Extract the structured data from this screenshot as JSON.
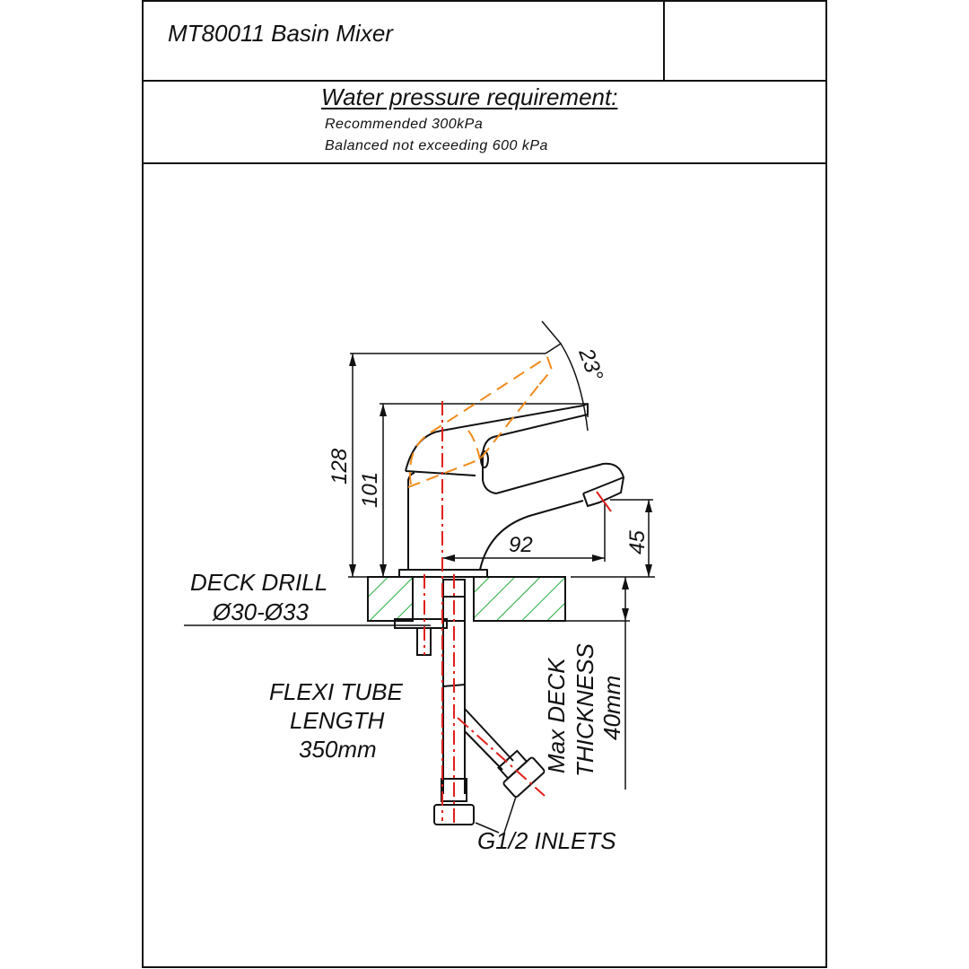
{
  "title_block": {
    "title": "MT80011 Basin Mixer",
    "pressure_heading": "Water pressure requirement:",
    "pressure_lines": [
      "Recommended 300kPa",
      "Balanced not exceeding 600 kPa"
    ]
  },
  "dimensions": {
    "overall_height": "128",
    "spout_height": "101",
    "outlet_height": "45",
    "spout_reach": "92",
    "lever_angle": "23°"
  },
  "annotations": {
    "deck_drill": [
      "DECK DRILL",
      "Ø30-Ø33"
    ],
    "flexi_tube": [
      "FLEXI TUBE",
      "LENGTH",
      "350mm"
    ],
    "deck_thickness": [
      "Max DECK",
      "THICKNESS",
      "40mm"
    ],
    "inlets": "G1/2 INLETS"
  },
  "colors": {
    "outline": "#111111",
    "centerline": "#e0201c",
    "alt_position": "#f08a1c",
    "hatch": "#1fae3a"
  }
}
